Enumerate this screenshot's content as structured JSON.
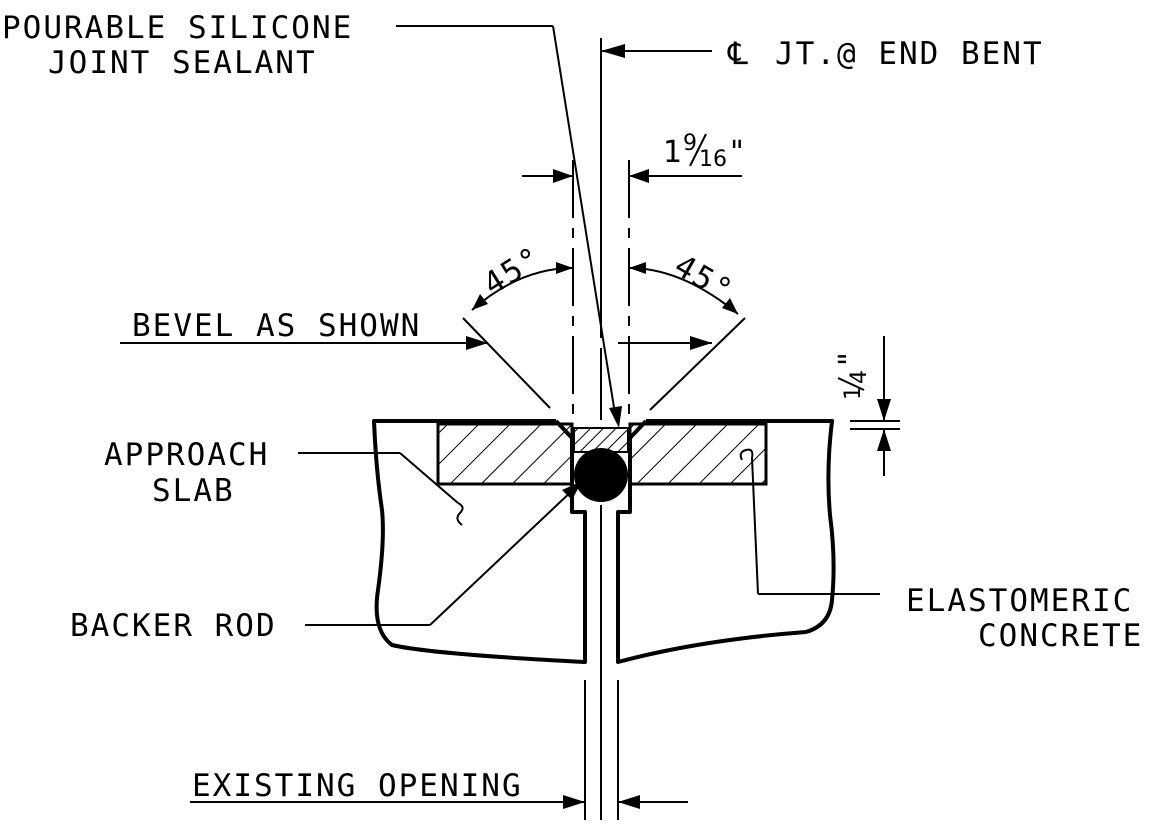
{
  "labels": {
    "sealant_line1": "POURABLE SILICONE",
    "sealant_line2": "JOINT SEALANT",
    "centerline_symbol": "℄",
    "centerline_text": "JT.@ END BENT",
    "dim_whole": "1",
    "dim_numerator": "9",
    "dim_denominator": "16",
    "dim_inch_mark": "\"",
    "angle_left": "45°",
    "angle_right": "45°",
    "bevel": "BEVEL AS SHOWN",
    "quarter_numerator": "1",
    "quarter_denominator": "4",
    "quarter_inch_mark": "\"",
    "approach_line1": "APPROACH",
    "approach_line2": "SLAB",
    "backer_rod": "BACKER ROD",
    "elastomeric_line1": "ELASTOMERIC",
    "elastomeric_line2": "CONCRETE",
    "existing_opening": "EXISTING OPENING"
  },
  "colors": {
    "ink": "#000000",
    "paper": "#ffffff"
  }
}
